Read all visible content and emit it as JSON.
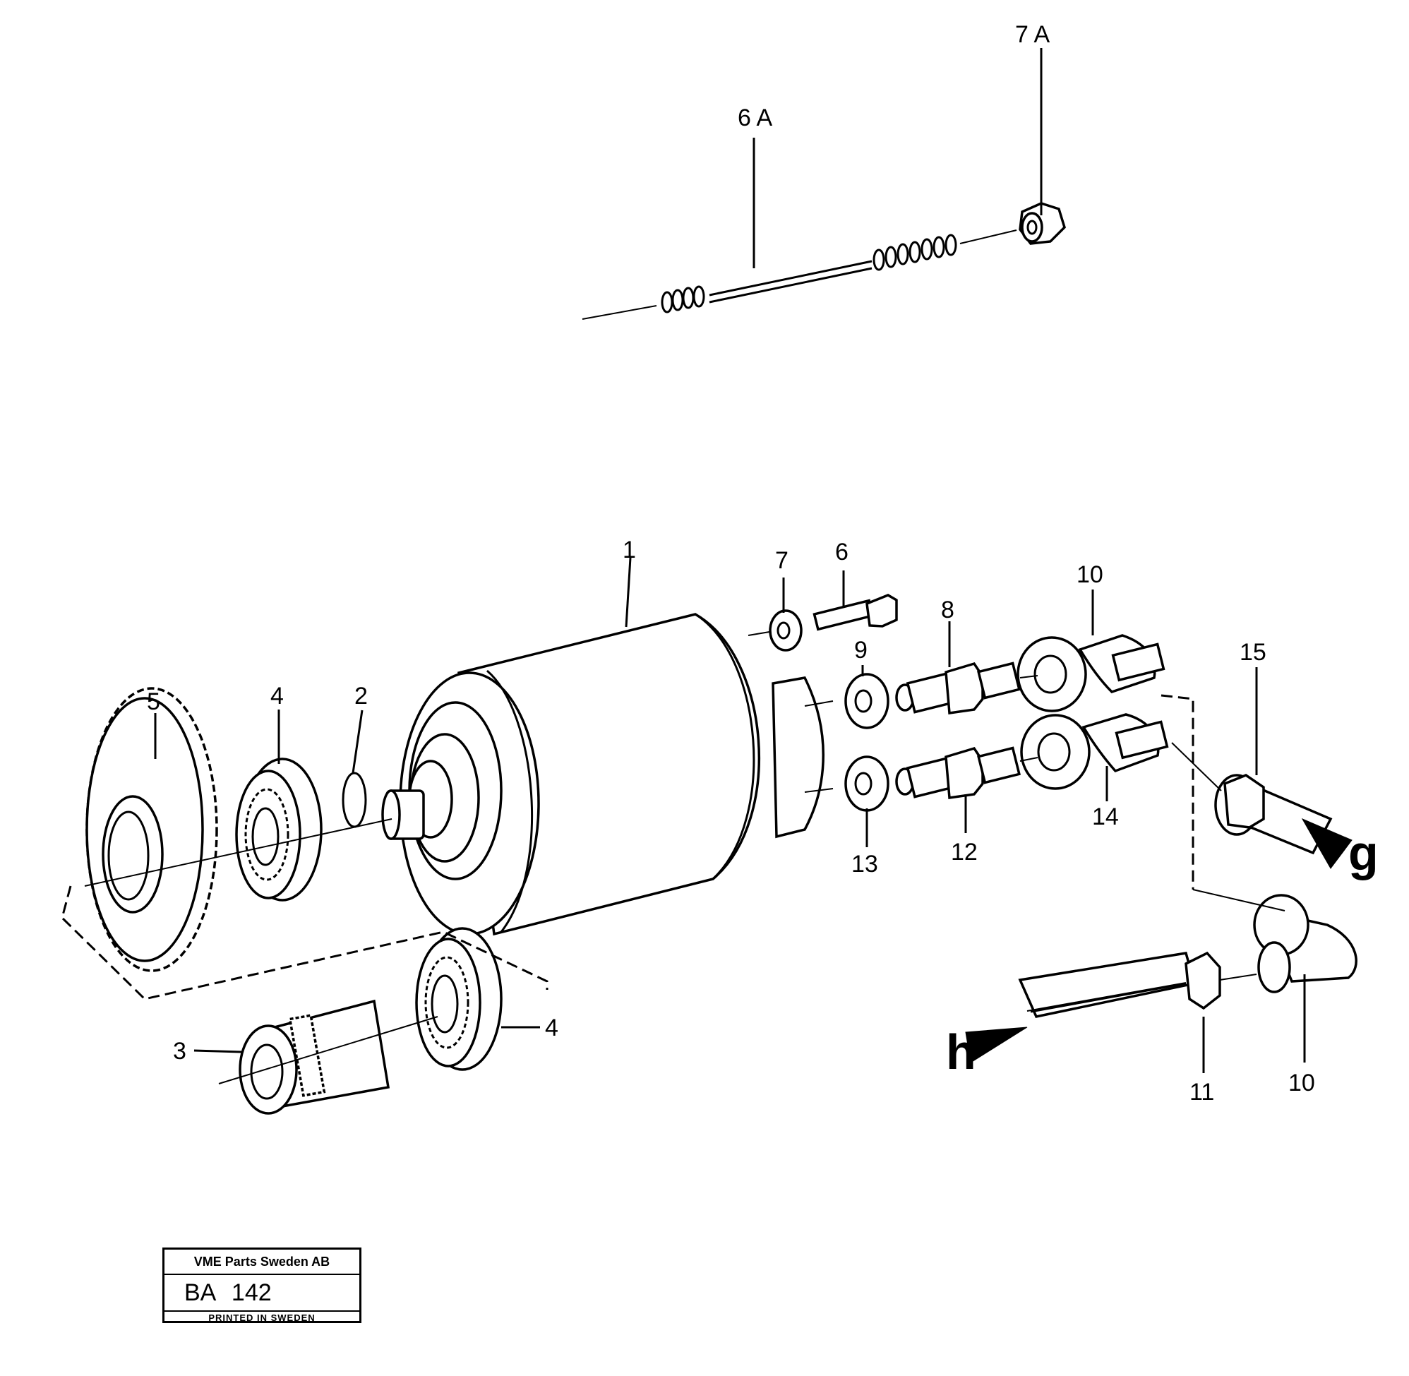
{
  "labels": {
    "l1": "1",
    "l2": "2",
    "l3": "3",
    "l4a": "4",
    "l4b": "4",
    "l5": "5",
    "l6": "6",
    "l6a": "6 A",
    "l7": "7",
    "l7a": "7 A",
    "l8": "8",
    "l9": "9",
    "l10a": "10",
    "l10b": "10",
    "l11": "11",
    "l12": "12",
    "l13": "13",
    "l14": "14",
    "l15": "15"
  },
  "arrows": {
    "g": "g",
    "h": "h"
  },
  "title_block": {
    "company": "VME Parts Sweden AB",
    "number": "BA 142",
    "printed": "PRINTED IN SWEDEN"
  }
}
